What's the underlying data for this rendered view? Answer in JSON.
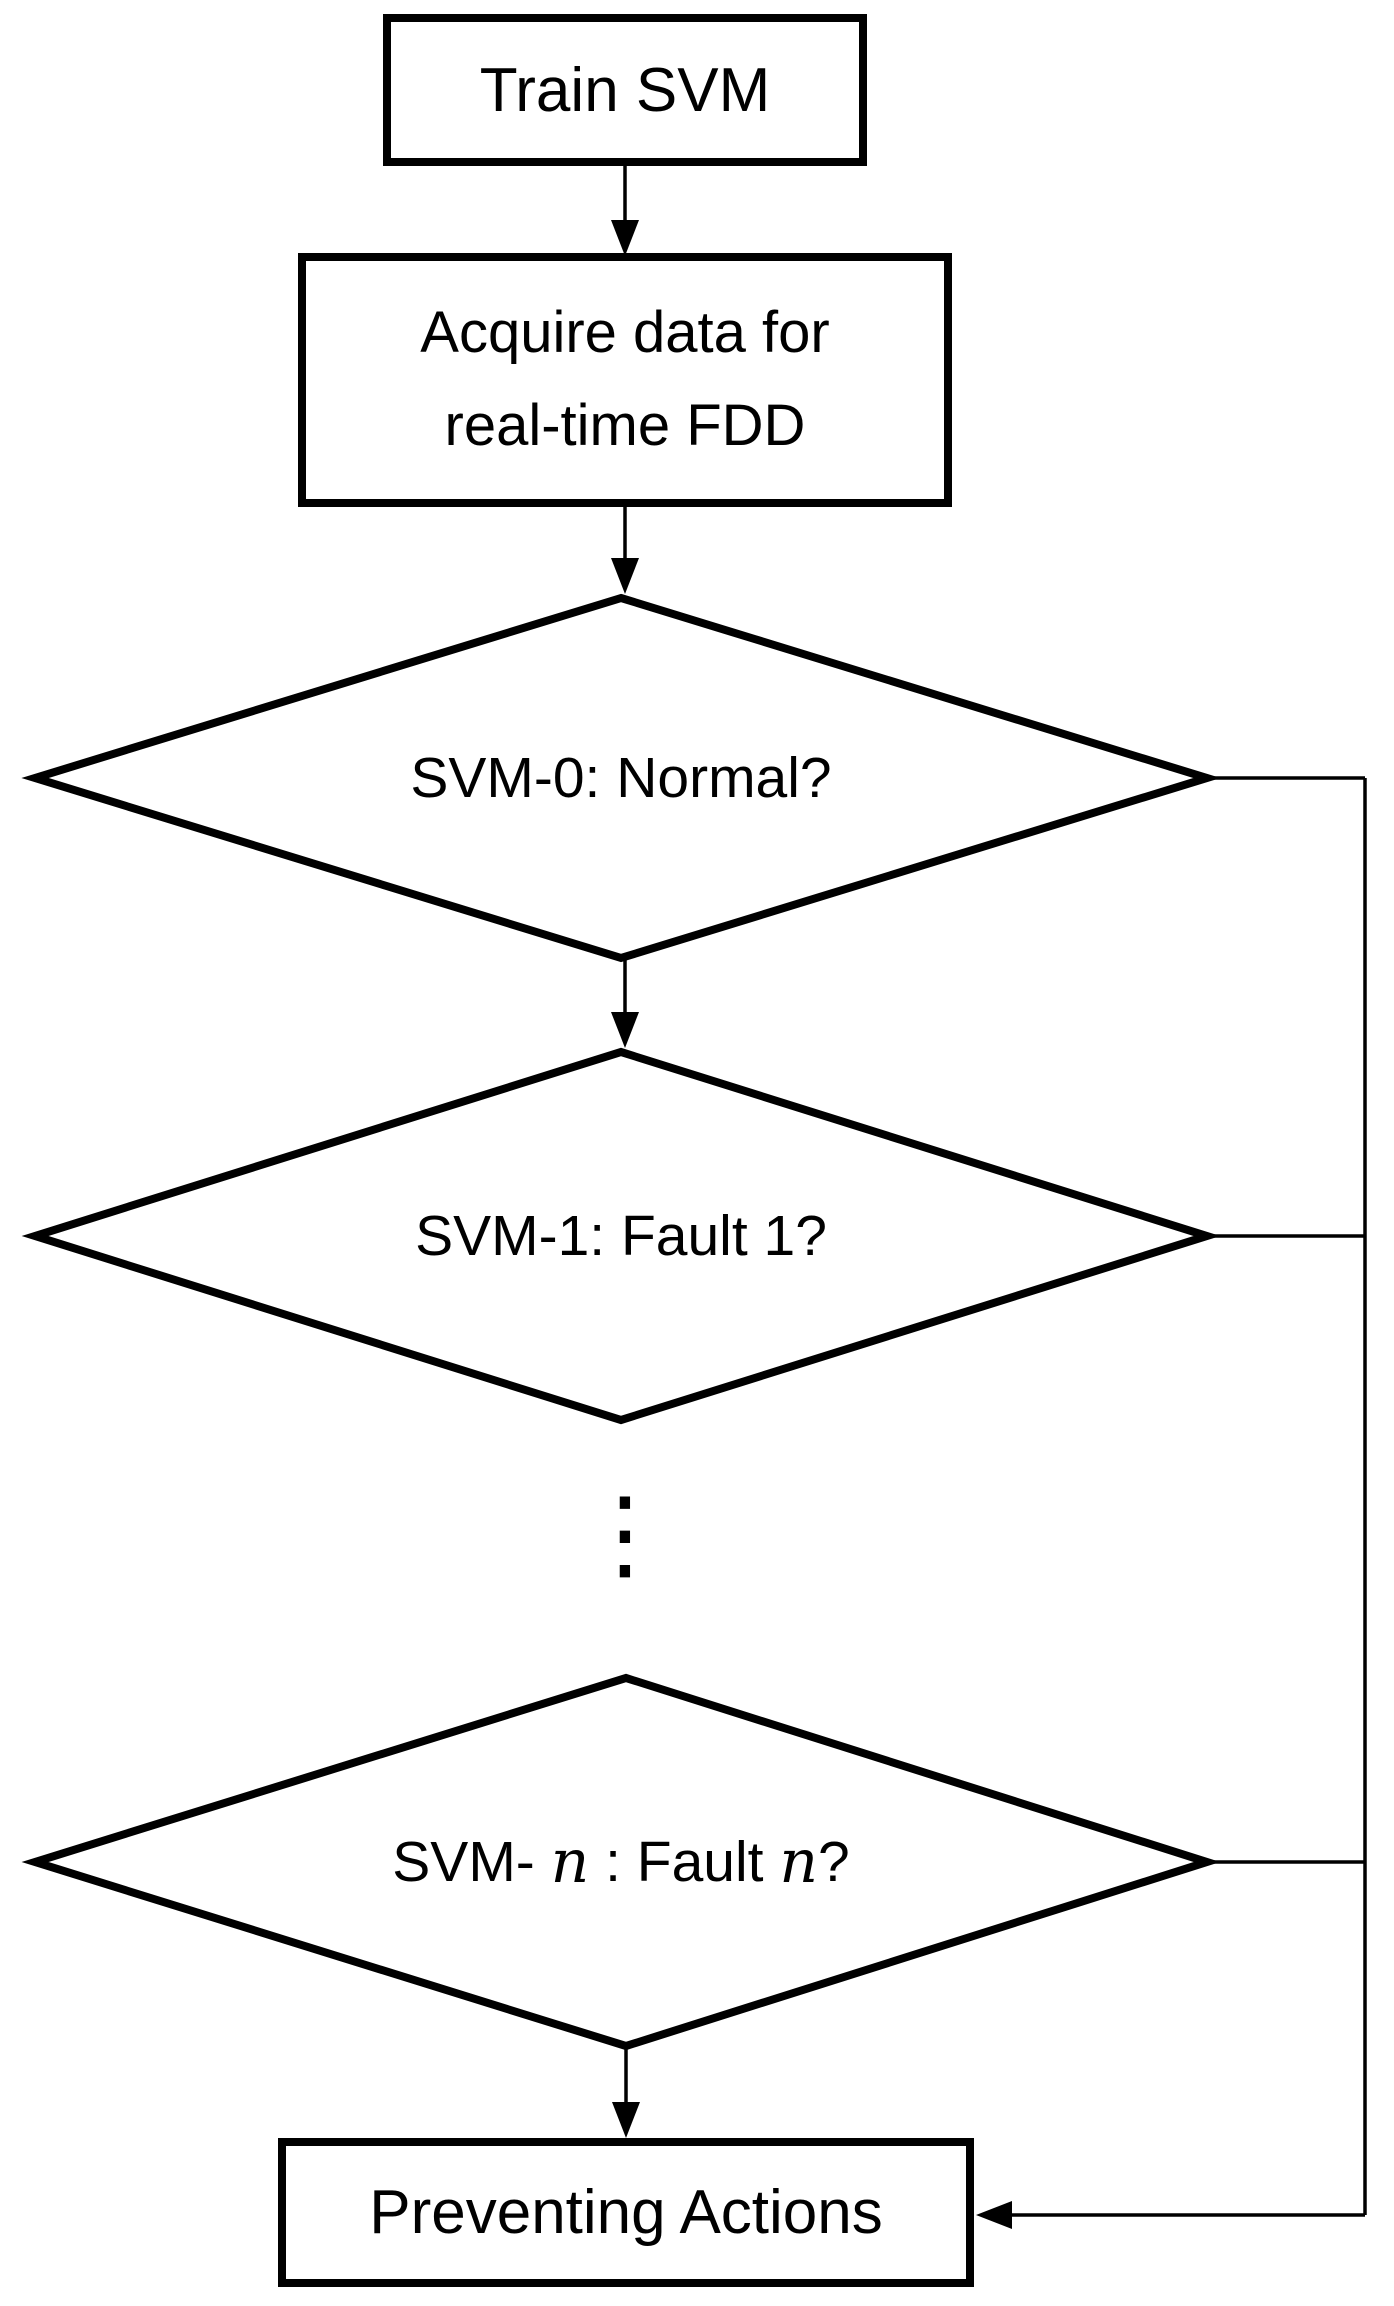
{
  "diagram": {
    "background_color": "#ffffff",
    "stroke_color": "#000000",
    "nodes": {
      "train_svm": {
        "type": "process",
        "label": "Train SVM"
      },
      "acquire_data": {
        "type": "process",
        "lines": [
          "Acquire data for",
          "real-time FDD"
        ]
      },
      "svm_0": {
        "type": "decision",
        "label": "SVM-0: Normal?"
      },
      "svm_1": {
        "type": "decision",
        "label": "SVM-1: Fault 1?"
      },
      "svm_n": {
        "type": "decision",
        "parts": [
          "SVM- ",
          "n",
          " : Fault ",
          "n",
          "?"
        ]
      },
      "preventing_actions": {
        "type": "process",
        "label": "Preventing Actions"
      }
    },
    "icons": {
      "vertical_ellipsis": "⋮"
    }
  }
}
